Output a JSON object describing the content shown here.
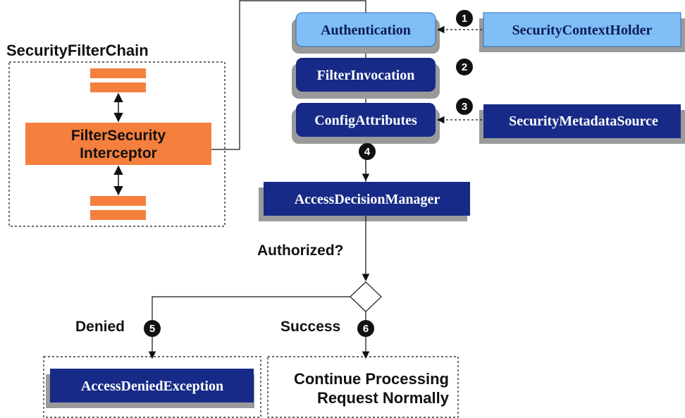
{
  "colors": {
    "dark_blue": "#172a87",
    "light_blue": "#7fbef7",
    "orange": "#f57f3d",
    "shadow": "#9a9a9a",
    "line": "#111111"
  },
  "filter_chain": {
    "title": "SecurityFilterChain",
    "interceptor_line1": "FilterSecurity",
    "interceptor_line2": "Interceptor"
  },
  "nodes": {
    "authentication": "Authentication",
    "security_context_holder": "SecurityContextHolder",
    "filter_invocation": "FilterInvocation",
    "config_attributes": "ConfigAttributes",
    "security_metadata_source": "SecurityMetadataSource",
    "access_decision_manager": "AccessDecisionManager",
    "access_denied_exception": "AccessDeniedException",
    "continue_line1": "Continue Processing",
    "continue_line2": "Request Normally"
  },
  "labels": {
    "authorized": "Authorized?",
    "denied": "Denied",
    "success": "Success"
  },
  "badges": [
    "1",
    "2",
    "3",
    "4",
    "5",
    "6"
  ]
}
